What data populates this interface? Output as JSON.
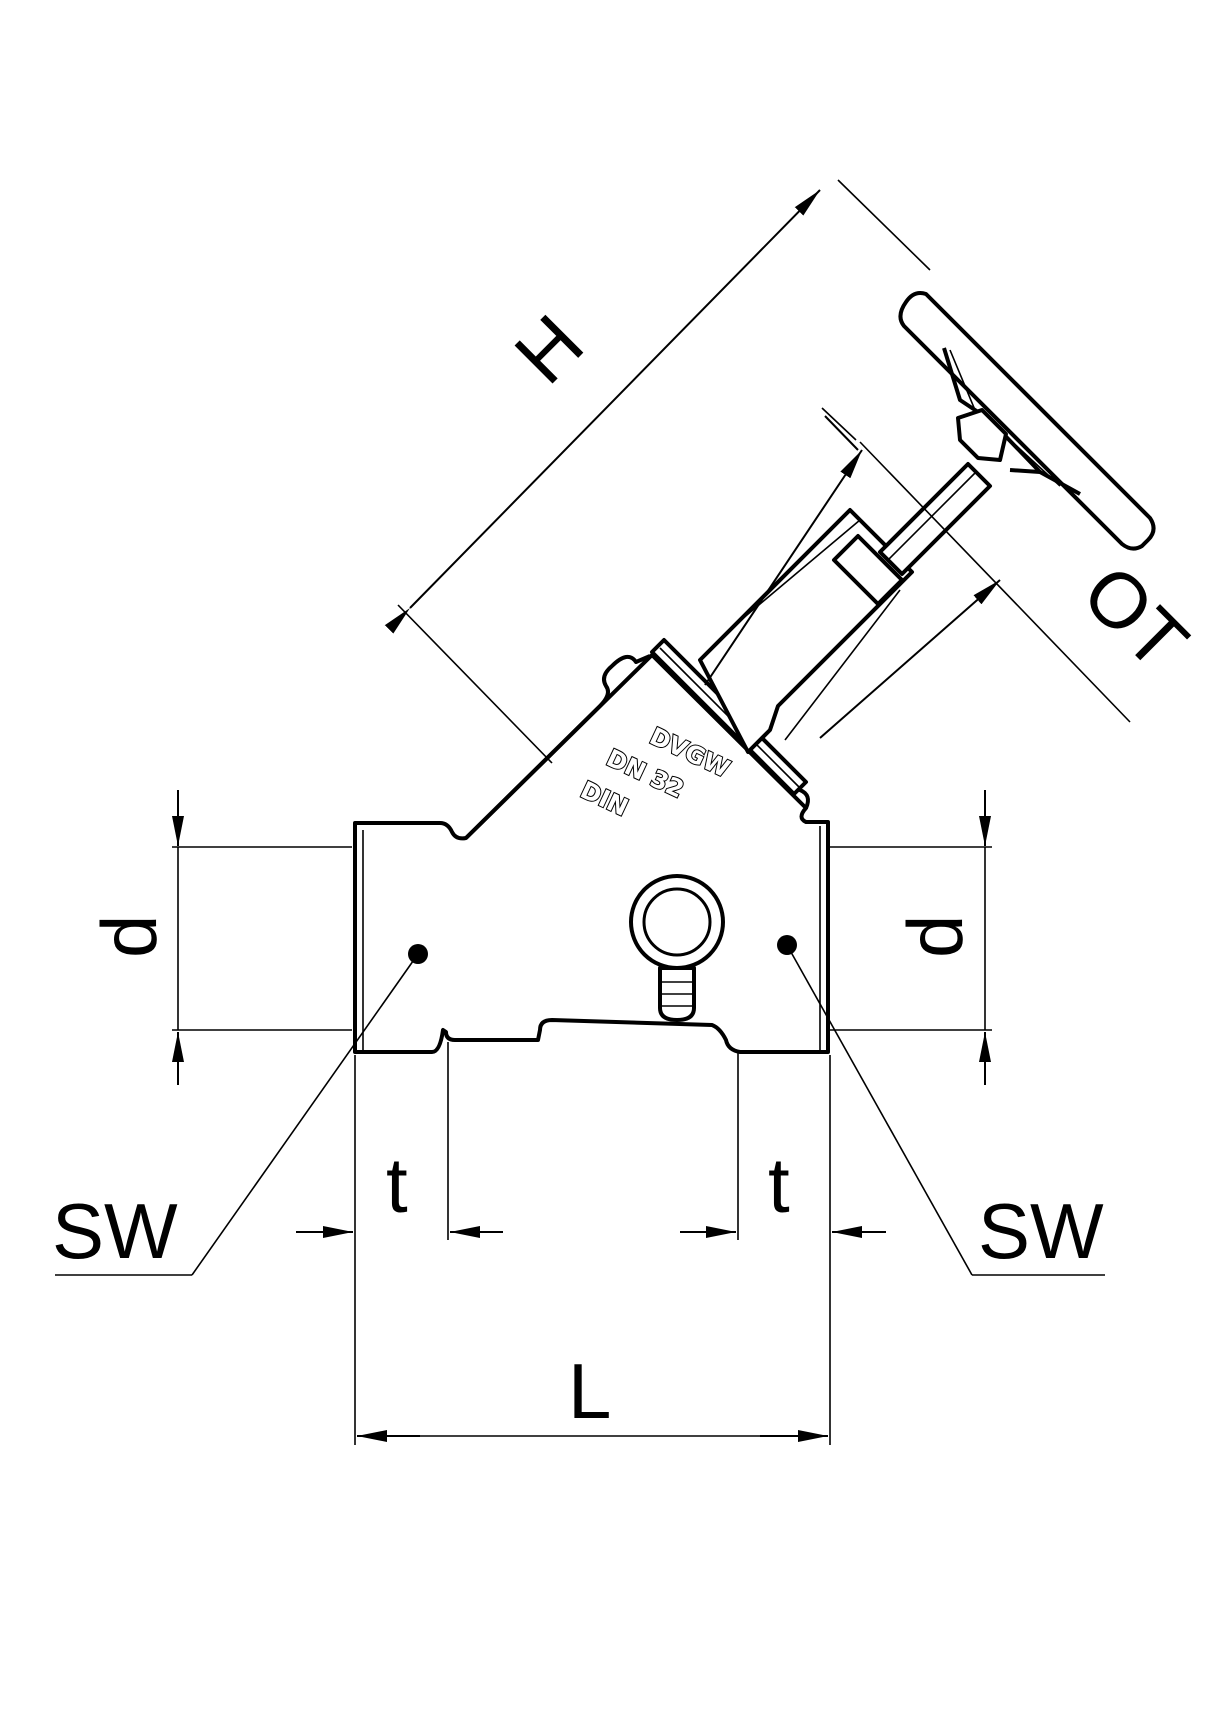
{
  "dimensions": {
    "height": "H",
    "operating_travel": "OT",
    "diameter_left": "d",
    "diameter_right": "d",
    "socket_depth_left": "t",
    "socket_depth_right": "t",
    "length": "L",
    "wrench_left": "SW",
    "wrench_right": "SW"
  },
  "body_markings": {
    "line1": "DVGW",
    "line2": "DN 32",
    "line3": "DIN"
  }
}
